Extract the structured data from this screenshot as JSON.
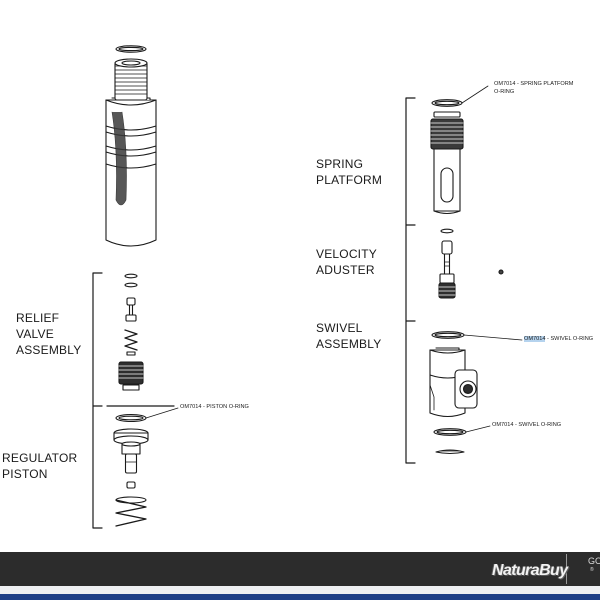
{
  "groups": {
    "relief_valve": "RELIEF\nVALVE\nASSEMBLY",
    "regulator_piston": "REGULATOR\nPISTON",
    "spring_platform": "SPRING\nPLATFORM",
    "velocity_adjuster": "VELOCITY\nADUSTER",
    "swivel_assembly": "SWIVEL\nASSEMBLY"
  },
  "callouts": {
    "piston_oring": "OM7014 - PISTON O-RING",
    "spring_platform_oring": "OM7014 - SPRING PLATFORM\nO-RING",
    "swivel_oring_1_code": "OM7014",
    "swivel_oring_1_rest": " - SWIVEL O-RING",
    "swivel_oring_2": "OM7014 - SWIVEL O-RING"
  },
  "footer": {
    "text": "GO",
    "watermark": "NaturaBuy",
    "watermark_mark": "®"
  },
  "colors": {
    "line": "#1a1a1a",
    "highlight": "#b5d3ee",
    "footer_band": "#2c2c2c",
    "footer_strip": "#1e3f86"
  }
}
